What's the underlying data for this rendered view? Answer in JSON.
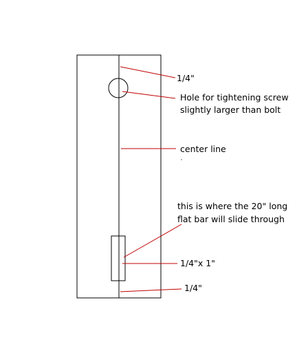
{
  "diagram": {
    "colors": {
      "outline": "#000000",
      "leader": "#c00000",
      "background": "#ffffff"
    },
    "labels": {
      "top_thickness": "1/4\"",
      "hole_line1": "Hole for tightening screw",
      "hole_line2": "slightly larger than bolt",
      "center_line": "center line",
      "slot_line1": "this is where the 20\" long",
      "slot_line2": "flat bar will slide through",
      "slot_size": "1/4\"x 1\"",
      "bottom_thickness": "1/4\""
    }
  }
}
